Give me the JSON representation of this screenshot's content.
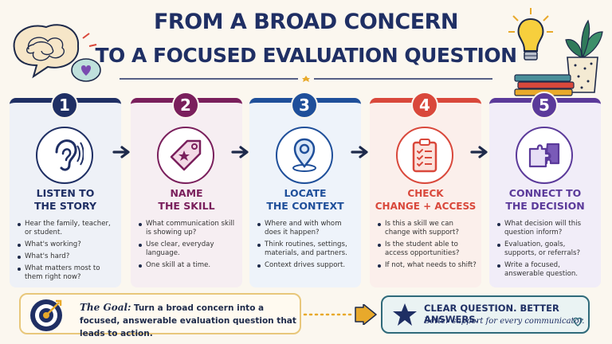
{
  "title": {
    "line1": "FROM A BROAD CONCERN",
    "line2": "TO A FOCUSED EVALUATION QUESTION"
  },
  "colors": {
    "navy": "#1f2f64",
    "step1": "#1f2f64",
    "step2": "#7a1f5c",
    "step3": "#1f4f9a",
    "step4": "#d9483b",
    "step5": "#5b3a9a"
  },
  "steps": [
    {
      "number": "1",
      "title_line1": "LISTEN TO",
      "title_line2": "THE STORY",
      "icon": "ear-icon",
      "bullets": [
        "Hear the family, teacher, or student.",
        "What's working?",
        "What's hard?",
        "What matters most to them right now?"
      ]
    },
    {
      "number": "2",
      "title_line1": "NAME",
      "title_line2": "THE SKILL",
      "icon": "tag-icon",
      "bullets": [
        "What communication skill is showing up?",
        "Use clear, everyday language.",
        "One skill at a time."
      ]
    },
    {
      "number": "3",
      "title_line1": "LOCATE",
      "title_line2": "THE CONTEXT",
      "icon": "location-pin-icon",
      "bullets": [
        "Where and with whom does it happen?",
        "Think routines, settings, materials, and partners.",
        "Context drives support."
      ]
    },
    {
      "number": "4",
      "title_line1": "CHECK",
      "title_line2": "CHANGE + ACCESS",
      "icon": "checklist-icon",
      "bullets": [
        "Is this a skill we can change with support?",
        "Is the student able to access opportunities?",
        "If not, what needs to shift?"
      ]
    },
    {
      "number": "5",
      "title_line1": "CONNECT TO",
      "title_line2": "THE DECISION",
      "icon": "puzzle-icon",
      "bullets": [
        "What decision will this question inform?",
        "Evaluation, goals, supports, or referrals?",
        "Write a focused, answerable question."
      ]
    }
  ],
  "goal": {
    "lead": "The Goal:",
    "text": "Turn a broad concern into a focused, answerable evaluation question that leads to action."
  },
  "answer": {
    "line1": "CLEAR QUESTION. BETTER ANSWERS.",
    "line2": "Better support for every communicator."
  }
}
